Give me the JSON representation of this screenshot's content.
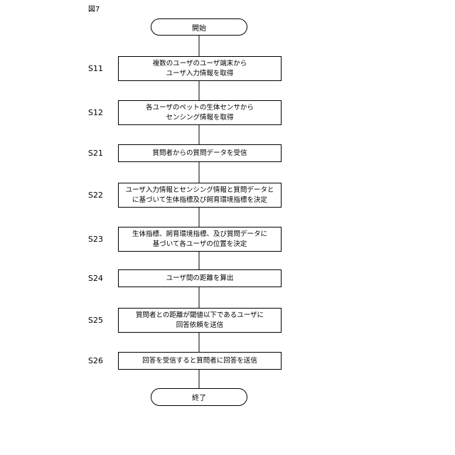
{
  "figure_label": "図7",
  "start": "開始",
  "end": "終了",
  "steps": [
    {
      "id": "S11",
      "text": "複数のユーザのユーザ端末から\nユーザ入力情報を取得"
    },
    {
      "id": "S12",
      "text": "各ユーザのペットの生体センサから\nセンシング情報を取得"
    },
    {
      "id": "S21",
      "text": "質問者からの質問データを受信"
    },
    {
      "id": "S22",
      "text": "ユーザ入力情報とセンシング情報と質問データと\nに基づいて生体指標及び飼育環境指標を決定"
    },
    {
      "id": "S23",
      "text": "生体指標、飼育環境指標、及び質問データに\n基づいて各ユーザの位置を決定"
    },
    {
      "id": "S24",
      "text": "ユーザ間の距離を算出"
    },
    {
      "id": "S25",
      "text": "質問者との距離が閾値以下であるユーザに\n回答依頼を送信"
    },
    {
      "id": "S26",
      "text": "回答を受信すると質問者に回答を送信"
    }
  ]
}
